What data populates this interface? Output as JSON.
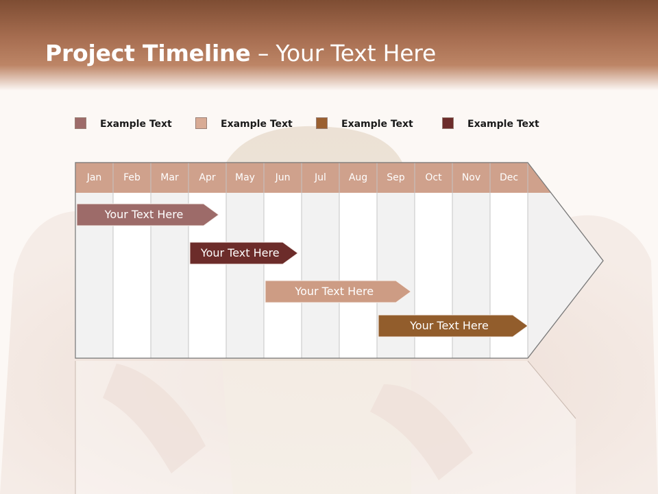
{
  "slide": {
    "title_bold": "Project Timeline",
    "title_rest": " – Your Text Here"
  },
  "colors": {
    "header": "#a56c4f",
    "month_header": "#cfa18c",
    "task_1": "#9d6b69",
    "task_2": "#6c2c2a",
    "task_3": "#cd9c84",
    "task_4": "#925d2c"
  },
  "legend": [
    {
      "label": "Example Text",
      "color": "#9d6b69"
    },
    {
      "label": "Example Text",
      "color": "#d8ab95"
    },
    {
      "label": "Example Text",
      "color": "#9a5f30"
    },
    {
      "label": "Example Text",
      "color": "#6c2c2a"
    }
  ],
  "chart_data": {
    "type": "gantt",
    "months": [
      "Jan",
      "Feb",
      "Mar",
      "Apr",
      "May",
      "Jun",
      "Jul",
      "Aug",
      "Sep",
      "Oct",
      "Nov",
      "Dec"
    ],
    "tasks": [
      {
        "label": "Your  Text Here",
        "start": 0,
        "end": 3.8,
        "color": "#9d6b69"
      },
      {
        "label": "Your  Text Here",
        "start": 3,
        "end": 5.9,
        "color": "#6c2c2a"
      },
      {
        "label": "Your  Text Here",
        "start": 5,
        "end": 8.9,
        "color": "#cd9c84"
      },
      {
        "label": "Your  Text Here",
        "start": 8,
        "end": 12,
        "color": "#925d2c"
      }
    ]
  }
}
